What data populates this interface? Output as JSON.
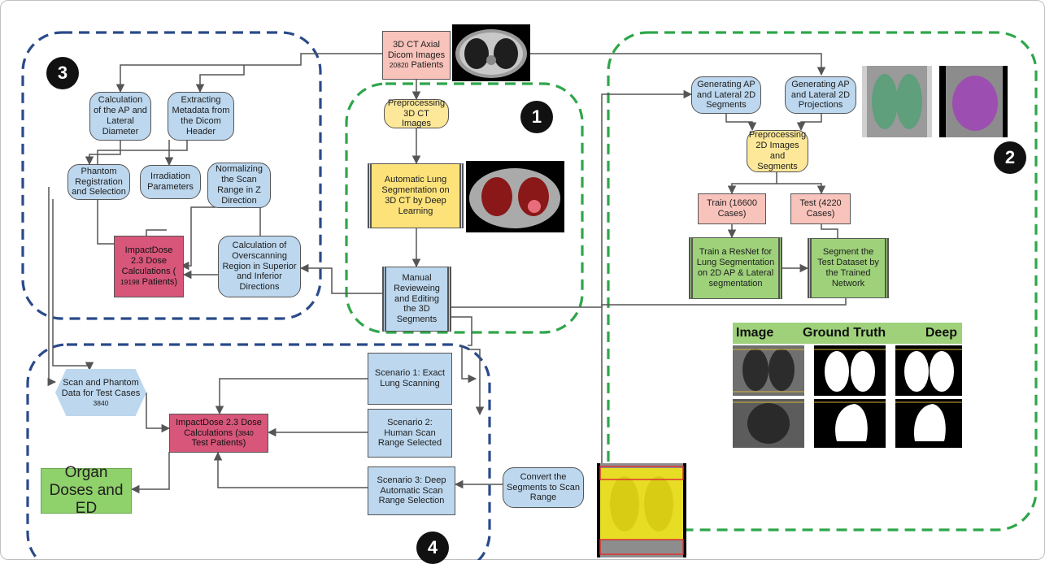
{
  "badges": {
    "b1": "1",
    "b2": "2",
    "b3": "3",
    "b4": "4"
  },
  "nodes": {
    "ct_input": {
      "line1": "3D CT Axial",
      "line2": "Dicom Images",
      "count": "20820",
      "line3": "Patients"
    },
    "calc_diameter": "Calculation of the AP and Lateral Diameter",
    "extract_metadata": "Extracting Metadata from the Dicom Header",
    "phantom_reg": "Phantom Registration and Selection",
    "irradiation": "Irradiation Parameters",
    "normalize_scan": "Normalizing the Scan Range in Z Direction",
    "impactdose_top": {
      "line1": "ImpactDose 2.3 Dose Calculations (",
      "count": "19198",
      "line2": "Patients)"
    },
    "overscan": "Calculation of Overscanning Region in Superior and Inferior Directions",
    "preprocess_3d": "Preprocessing 3D CT Images",
    "auto_seg": "Automatic Lung Segmentation on 3D CT by Deep Learning",
    "manual_review": "Manual Revieweing and Editing the 3D Segments",
    "gen_segments": "Generating AP and Lateral 2D Segments",
    "gen_projections": "Generating AP and Lateral 2D Projections",
    "preprocess_2d": "Preprocessing 2D Images and Segments",
    "train_set": "Train (16600 Cases)",
    "test_set": "Test (4220 Cases)",
    "train_resnet": "Train a ResNet for Lung Segmentation on 2D AP & Lateral segmentation",
    "segment_test": "Segment the Test Dataset by the Trained Network",
    "scan_phantom": {
      "line1": "Scan and Phantom Data for Test Cases",
      "count": "3840"
    },
    "scenario1": "Scenario 1: Exact Lung Scanning",
    "scenario2": "Scenario 2: Human Scan Range Selected",
    "scenario3": "Scenario 3: Deep Automatic Scan Range Selection",
    "impactdose_bottom": {
      "line1": "ImpactDose 2.3 Dose Calculations (",
      "count": "3840",
      "line2": "Test Patients)"
    },
    "organ_doses": "Organ Doses and ED",
    "convert_segments": "Convert the Segments to Scan Range"
  },
  "results_table": {
    "col1": "Image",
    "col2": "Ground Truth",
    "col3": "Deep"
  },
  "colors": {
    "blue_dash": "#2a4a8a",
    "green_dash": "#2ea64a",
    "box_blue": "#bcd7ee",
    "box_yellow": "#fde899",
    "box_pink": "#f8c3bb",
    "box_red": "#d7567a",
    "box_green": "#9ed17a"
  },
  "icons": [
    "ct-axial-slice-icon",
    "lung-segmentation-overlay-icon",
    "ap-projection-icon",
    "lateral-projection-icon",
    "scan-range-overlay-icon"
  ]
}
